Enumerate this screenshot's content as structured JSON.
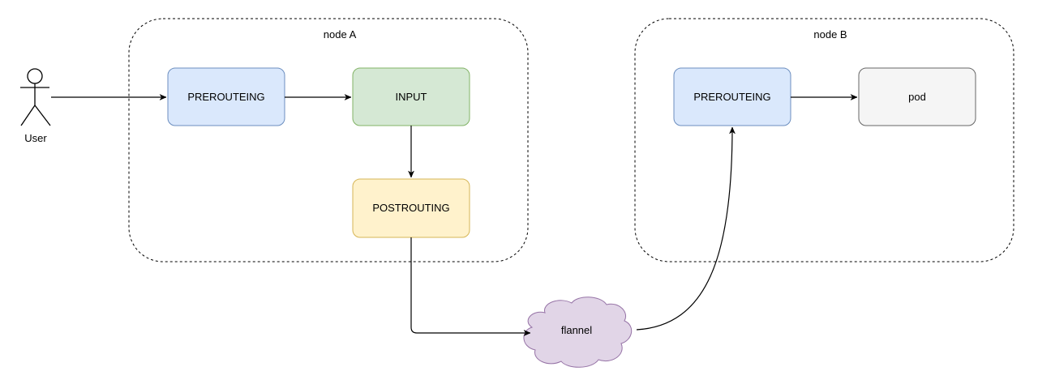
{
  "groups": {
    "node_a": {
      "label": "node A"
    },
    "node_b": {
      "label": "node B"
    }
  },
  "actor": {
    "label": "User"
  },
  "boxes": {
    "a_prerouting": {
      "label": "PREROUTEING",
      "fill": "#dae8fc",
      "stroke": "#6c8ebf"
    },
    "a_input": {
      "label": "INPUT",
      "fill": "#d5e8d4",
      "stroke": "#82b366"
    },
    "a_postrouting": {
      "label": "POSTROUTING",
      "fill": "#fff2cc",
      "stroke": "#d6b656"
    },
    "b_prerouting": {
      "label": "PREROUTEING",
      "fill": "#dae8fc",
      "stroke": "#6c8ebf"
    },
    "b_pod": {
      "label": "pod",
      "fill": "#f5f5f5",
      "stroke": "#666666"
    }
  },
  "cloud": {
    "label": "flannel",
    "fill": "#e1d5e7",
    "stroke": "#9673a6"
  }
}
